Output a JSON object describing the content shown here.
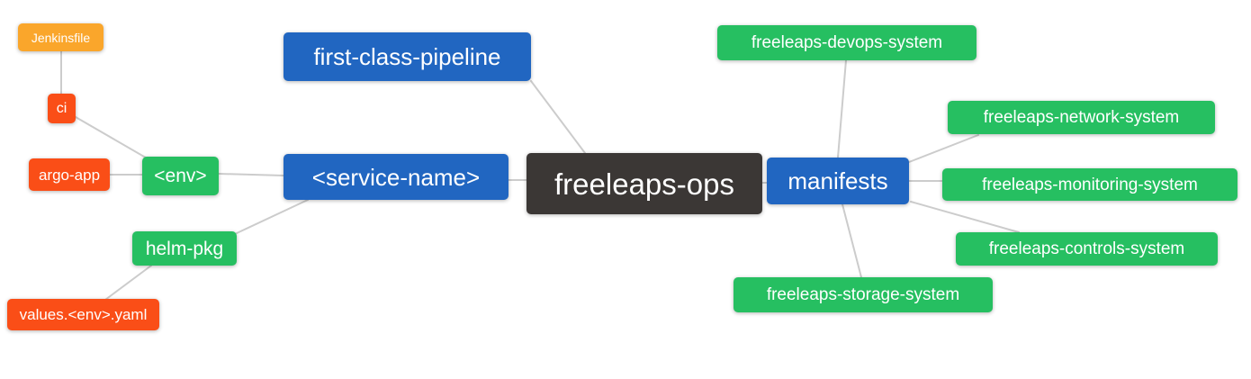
{
  "diagram": {
    "title": "freeleaps-ops mind map",
    "colors": {
      "root_dark": "#3b3735",
      "branch_blue": "#2166c1",
      "leaf_green": "#26bf61",
      "leaf_red": "#fa4e17",
      "leaf_orange": "#faa62b",
      "edge_gray": "#cccccc",
      "text": "#ffffff",
      "background": "#ffffff"
    },
    "nodes": [
      {
        "id": "jenkinsfile",
        "label": "Jenkinsfile",
        "color": "#faa62b"
      },
      {
        "id": "ci",
        "label": "ci",
        "color": "#fa4e17"
      },
      {
        "id": "argo-app",
        "label": "argo-app",
        "color": "#fa4e17"
      },
      {
        "id": "env",
        "label": "<env>",
        "color": "#26bf61"
      },
      {
        "id": "helm-pkg",
        "label": "helm-pkg",
        "color": "#26bf61"
      },
      {
        "id": "values-env-yaml",
        "label": "values.<env>.yaml",
        "color": "#fa4e17"
      },
      {
        "id": "first-class-pipeline",
        "label": "first-class-pipeline",
        "color": "#2166c1"
      },
      {
        "id": "service-name",
        "label": "<service-name>",
        "color": "#2166c1"
      },
      {
        "id": "freeleaps-ops",
        "label": "freeleaps-ops",
        "color": "#3b3735"
      },
      {
        "id": "manifests",
        "label": "manifests",
        "color": "#2166c1"
      },
      {
        "id": "devops-system",
        "label": "freeleaps-devops-system",
        "color": "#26bf61"
      },
      {
        "id": "network-system",
        "label": "freeleaps-network-system",
        "color": "#26bf61"
      },
      {
        "id": "monitoring-system",
        "label": "freeleaps-monitoring-system",
        "color": "#26bf61"
      },
      {
        "id": "controls-system",
        "label": "freeleaps-controls-system",
        "color": "#26bf61"
      },
      {
        "id": "storage-system",
        "label": "freeleaps-storage-system",
        "color": "#26bf61"
      }
    ],
    "connections": [
      {
        "from": "ci",
        "to": "jenkinsfile"
      },
      {
        "from": "env",
        "to": "ci"
      },
      {
        "from": "env",
        "to": "argo-app"
      },
      {
        "from": "service-name",
        "to": "env"
      },
      {
        "from": "service-name",
        "to": "helm-pkg"
      },
      {
        "from": "helm-pkg",
        "to": "values-env-yaml"
      },
      {
        "from": "freeleaps-ops",
        "to": "first-class-pipeline"
      },
      {
        "from": "freeleaps-ops",
        "to": "service-name"
      },
      {
        "from": "freeleaps-ops",
        "to": "manifests"
      },
      {
        "from": "manifests",
        "to": "devops-system"
      },
      {
        "from": "manifests",
        "to": "network-system"
      },
      {
        "from": "manifests",
        "to": "monitoring-system"
      },
      {
        "from": "manifests",
        "to": "controls-system"
      },
      {
        "from": "manifests",
        "to": "storage-system"
      }
    ]
  }
}
